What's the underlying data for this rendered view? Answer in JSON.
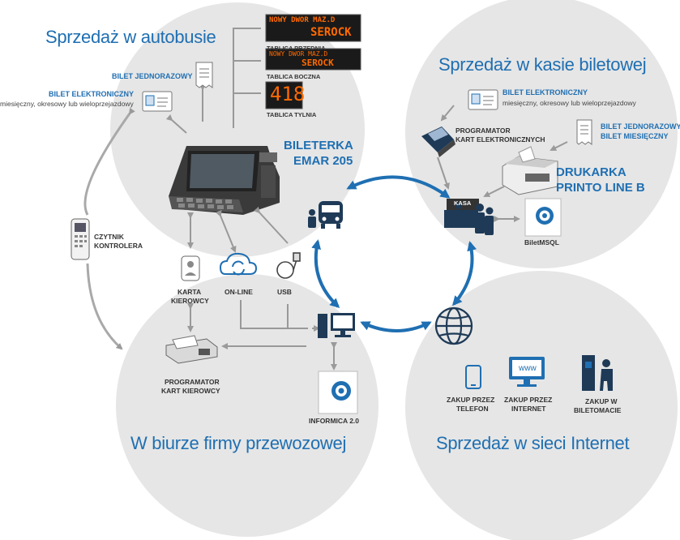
{
  "zones": {
    "bus": "Sprzedaż w autobusie",
    "kasa": "Sprzedaż w kasie biletowej",
    "office": "W biurze firmy przewozowej",
    "internet": "Sprzedaż w sieci Internet"
  },
  "displays": {
    "front_line1": "NOWY DWOR MAZ.D",
    "front_line2": "SEROCK",
    "front_label": "TABLICA PRZEDNIA",
    "side_line1": "NOWY DWOR MAZ.D",
    "side_line2": "SEROCK",
    "side_label": "TABLICA BOCZNA",
    "rear_value": "418",
    "rear_label": "TABLICA TYLNIA"
  },
  "bus": {
    "single_ticket": "BILET JEDNORAZOWY",
    "eticket_title": "BILET ELEKTRONICZNY",
    "eticket_desc": "miesięczny, okresowy lub wieloprzejazdowy",
    "device_line1": "BILETERKA",
    "device_line2": "EMAR 205"
  },
  "kasa": {
    "eticket_title": "BILET ELEKTRONICZNY",
    "eticket_desc": "miesięczny, okresowy lub wieloprzejazdowy",
    "programmer_line1": "PROGRAMATOR",
    "programmer_line2": "KART ELEKTRONICZNYCH",
    "ticket_line1": "BILET JEDNORAZOWY",
    "ticket_line2": "BILET MIESIĘCZNY",
    "printer_line1": "DRUKARKA",
    "printer_line2": "PRINTO LINE B",
    "desk_sign": "KASA",
    "software": "BiletMSQL"
  },
  "office": {
    "reader_line1": "CZYTNIK",
    "reader_line2": "KONTROLERA",
    "driver_card_line1": "KARTA",
    "driver_card_line2": "KIEROWCY",
    "online": "ON-LINE",
    "usb": "USB",
    "programmer_line1": "PROGRAMATOR",
    "programmer_line2": "KART KIEROWCY",
    "software": "INFORMICA 2.0"
  },
  "internet": {
    "phone_line1": "ZAKUP PRZEZ",
    "phone_line2": "TELEFON",
    "web_line1": "ZAKUP PRZEZ",
    "web_line2": "INTERNET",
    "web_screen": "www",
    "kiosk_line1": "ZAKUP W",
    "kiosk_line2": "BILETOMACIE"
  },
  "colors": {
    "circle": "#e6e6e6",
    "accent": "#1f6fb2",
    "connector": "#9a9a9a",
    "led": "#ff6a00"
  }
}
